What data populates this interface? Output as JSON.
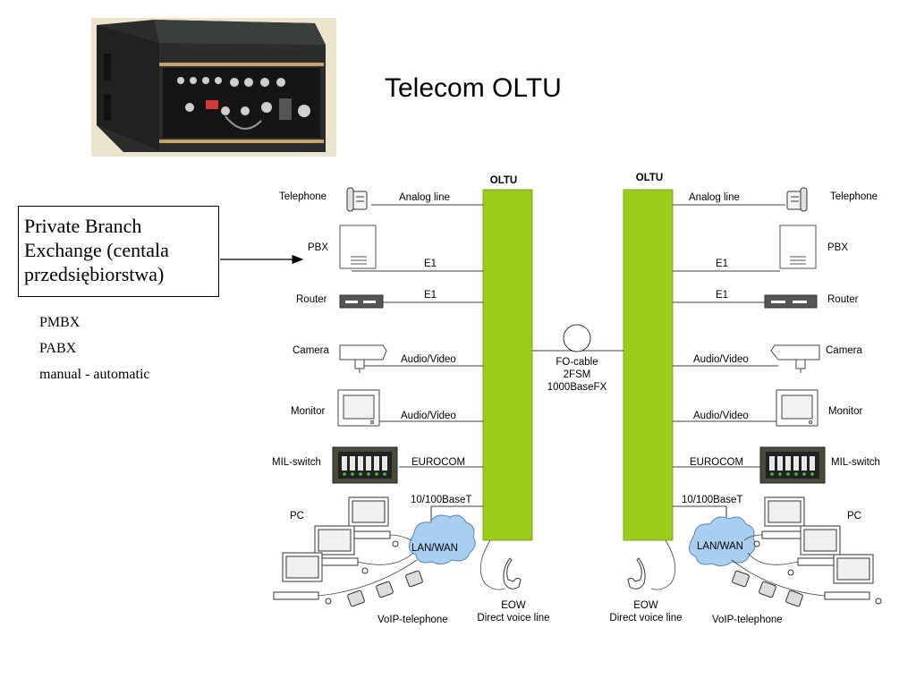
{
  "slide": {
    "title": "Telecom OLTU",
    "callout": [
      "Private Branch",
      "Exchange (centala",
      "przedsiębiorstwa)"
    ],
    "types": [
      "PMBX",
      "PABX",
      "manual - automatic"
    ]
  },
  "diagram": {
    "unit_left": "OLTU",
    "unit_right": "OLTU",
    "left_devices": {
      "telephone": "Telephone",
      "pbx": "PBX",
      "router": "Router",
      "camera": "Camera",
      "monitor": "Monitor",
      "switch": "MIL-switch",
      "pc": "PC"
    },
    "right_devices": {
      "telephone": "Telephone",
      "pbx": "PBX",
      "router": "Router",
      "camera": "Camera",
      "monitor": "Monitor",
      "switch": "MIL-switch",
      "pc": "PC"
    },
    "links": {
      "analog": "Analog line",
      "e1": "E1",
      "av": "Audio/Video",
      "eurocom": "EUROCOM",
      "ethernet": "10/100BaseT"
    },
    "cable": [
      "FO-cable",
      "2FSM",
      "1000BaseFX"
    ],
    "lan": "LAN/WAN",
    "voip": "VoIP-telephone",
    "eow": [
      "EOW",
      "Direct voice line"
    ]
  },
  "colors": {
    "oltu": "#9acd19",
    "lan": "#a8cff0"
  }
}
